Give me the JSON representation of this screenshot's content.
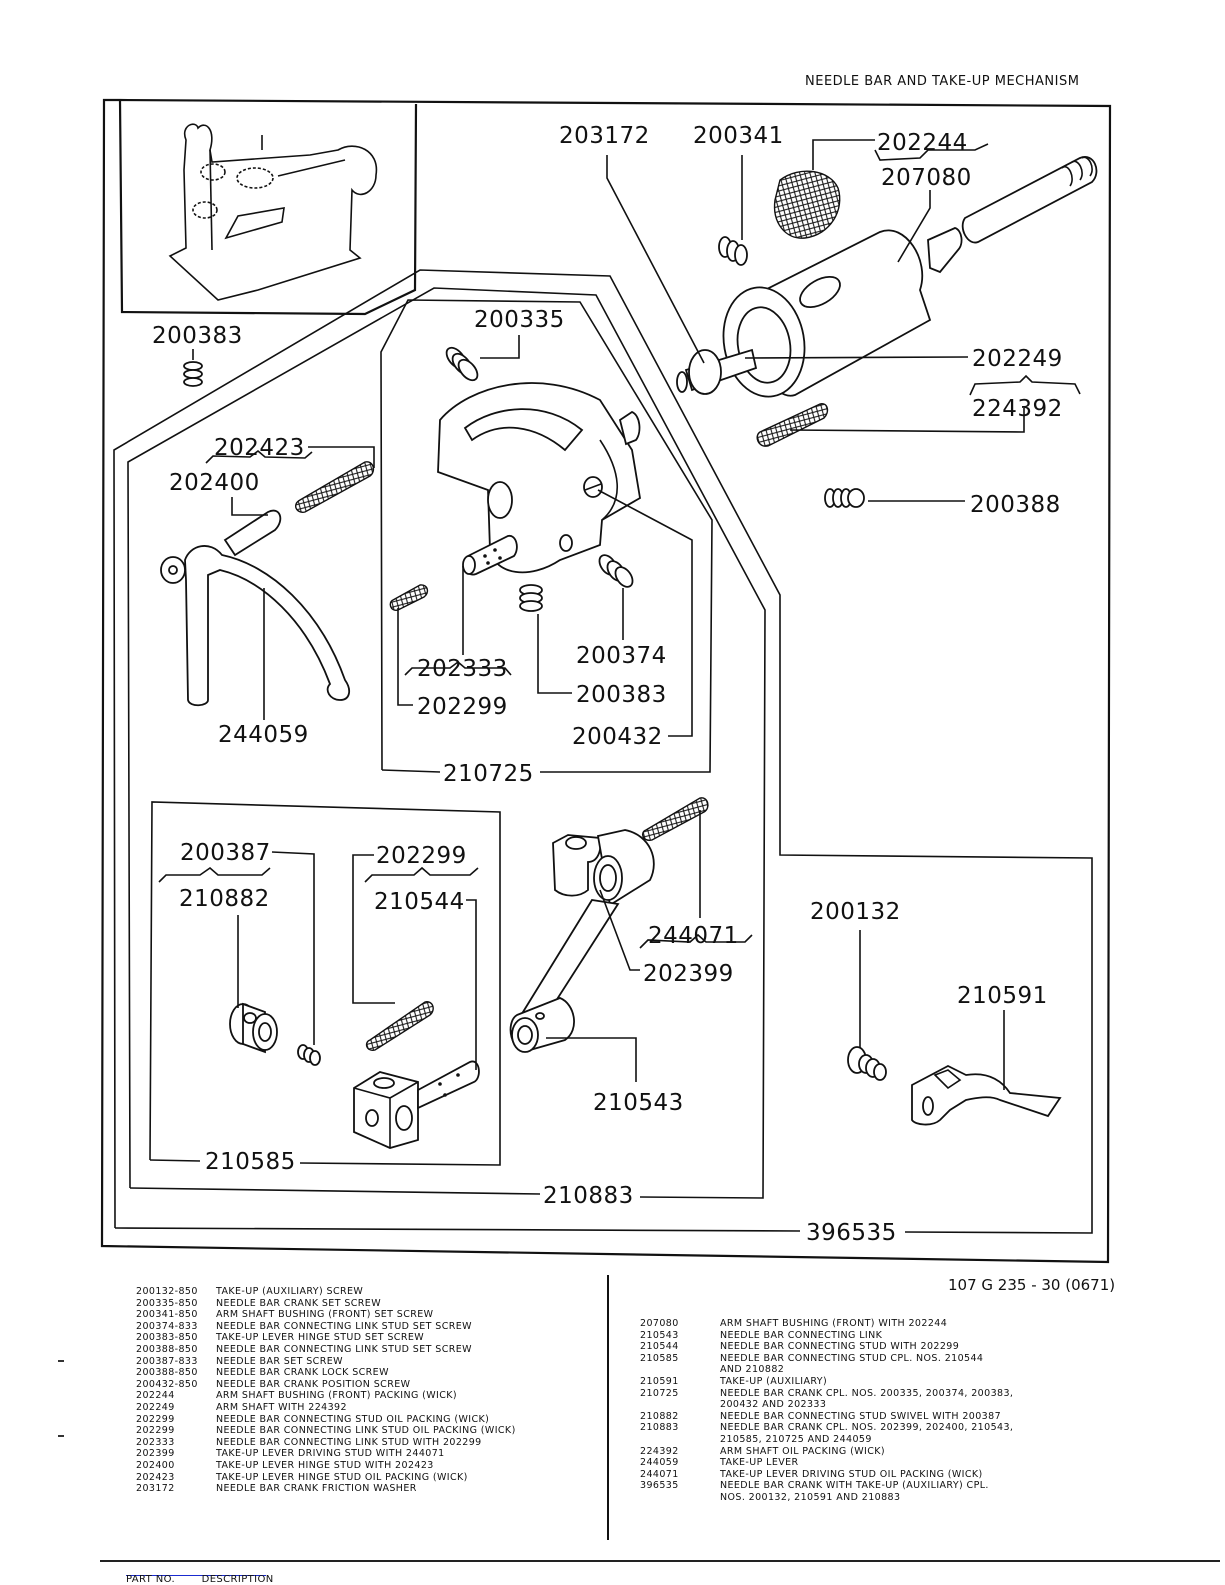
{
  "header": {
    "title": "NEEDLE BAR AND TAKE-UP MECHANISM"
  },
  "catalog_number": "107 G 235 - 30 (0671)",
  "diagram": {
    "labels": {
      "p203172": "203172",
      "p200341": "200341",
      "p202244": "202244",
      "p207080": "207080",
      "p202249": "202249",
      "p224392": "224392",
      "p200388": "200388",
      "p200383_top": "200383",
      "p200335": "200335",
      "p202423": "202423",
      "p202400": "202400",
      "p244059": "244059",
      "p202333": "202333",
      "p202299_a": "202299",
      "p200374": "200374",
      "p200383": "200383",
      "p200432": "200432",
      "p210725": "210725",
      "p200387": "200387",
      "p210882": "210882",
      "p202299_b": "202299",
      "p210544": "210544",
      "p210585": "210585",
      "p244071": "244071",
      "p202399": "202399",
      "p210543": "210543",
      "p200132": "200132",
      "p210591": "210591",
      "p210883": "210883",
      "p396535": "396535"
    }
  },
  "parts_list_left": [
    {
      "part_no": "200132-850",
      "description": "TAKE-UP (AUXILIARY) SCREW"
    },
    {
      "part_no": "200335-850",
      "description": "NEEDLE BAR CRANK SET SCREW"
    },
    {
      "part_no": "200341-850",
      "description": "ARM SHAFT BUSHING (FRONT) SET SCREW"
    },
    {
      "part_no": "200374-833",
      "description": "NEEDLE BAR CONNECTING LINK STUD SET SCREW"
    },
    {
      "part_no": "200383-850",
      "description": "TAKE-UP LEVER HINGE STUD SET SCREW"
    },
    {
      "part_no": "200388-850",
      "description": "NEEDLE BAR CONNECTING LINK STUD SET SCREW"
    },
    {
      "part_no": "200387-833",
      "description": "NEEDLE BAR SET SCREW"
    },
    {
      "part_no": "200388-850",
      "description": "NEEDLE BAR CRANK LOCK SCREW"
    },
    {
      "part_no": "200432-850",
      "description": "NEEDLE BAR CRANK POSITION SCREW"
    },
    {
      "part_no": "202244",
      "description": "ARM SHAFT BUSHING (FRONT) PACKING (WICK)"
    },
    {
      "part_no": "202249",
      "description": "ARM SHAFT WITH 224392"
    },
    {
      "part_no": "202299",
      "description": "NEEDLE BAR CONNECTING STUD OIL PACKING (WICK)"
    },
    {
      "part_no": "202299",
      "description": "NEEDLE BAR CONNECTING LINK STUD OIL PACKING (WICK)"
    },
    {
      "part_no": "202333",
      "description": "NEEDLE BAR CONNECTING LINK STUD WITH 202299"
    },
    {
      "part_no": "202399",
      "description": "TAKE-UP LEVER DRIVING STUD WITH 244071"
    },
    {
      "part_no": "202400",
      "description": "TAKE-UP LEVER HINGE STUD WITH 202423"
    },
    {
      "part_no": "202423",
      "description": "TAKE-UP LEVER HINGE STUD OIL PACKING (WICK)"
    },
    {
      "part_no": "203172",
      "description": "NEEDLE BAR CRANK FRICTION WASHER"
    }
  ],
  "parts_list_right": [
    {
      "part_no": "207080",
      "description": "ARM SHAFT BUSHING (FRONT) WITH 202244"
    },
    {
      "part_no": "210543",
      "description": "NEEDLE BAR CONNECTING LINK"
    },
    {
      "part_no": "210544",
      "description": "NEEDLE BAR CONNECTING STUD WITH 202299"
    },
    {
      "part_no": "210585",
      "description": "NEEDLE BAR CONNECTING STUD CPL. NOS. 210544"
    },
    {
      "part_no": "",
      "description": "AND 210882"
    },
    {
      "part_no": "210591",
      "description": "TAKE-UP (AUXILIARY)"
    },
    {
      "part_no": "210725",
      "description": "NEEDLE BAR CRANK CPL. NOS. 200335, 200374, 200383,"
    },
    {
      "part_no": "",
      "description": "200432 AND 202333"
    },
    {
      "part_no": "210882",
      "description": "NEEDLE BAR CONNECTING STUD SWIVEL WITH 200387"
    },
    {
      "part_no": "210883",
      "description": "NEEDLE BAR CRANK CPL. NOS. 202399, 202400, 210543,"
    },
    {
      "part_no": "",
      "description": "210585, 210725 AND 244059"
    },
    {
      "part_no": "224392",
      "description": "ARM SHAFT OIL PACKING (WICK)"
    },
    {
      "part_no": "244059",
      "description": "TAKE-UP LEVER"
    },
    {
      "part_no": "244071",
      "description": "TAKE-UP LEVER DRIVING STUD OIL PACKING (WICK)"
    },
    {
      "part_no": "396535",
      "description": "NEEDLE BAR CRANK WITH TAKE-UP (AUXILIARY) CPL."
    },
    {
      "part_no": "",
      "description": "NOS. 200132, 210591 AND 210883"
    }
  ],
  "footer": {
    "part_no_label": "PART NO.",
    "description_label": "DESCRIPTION"
  }
}
